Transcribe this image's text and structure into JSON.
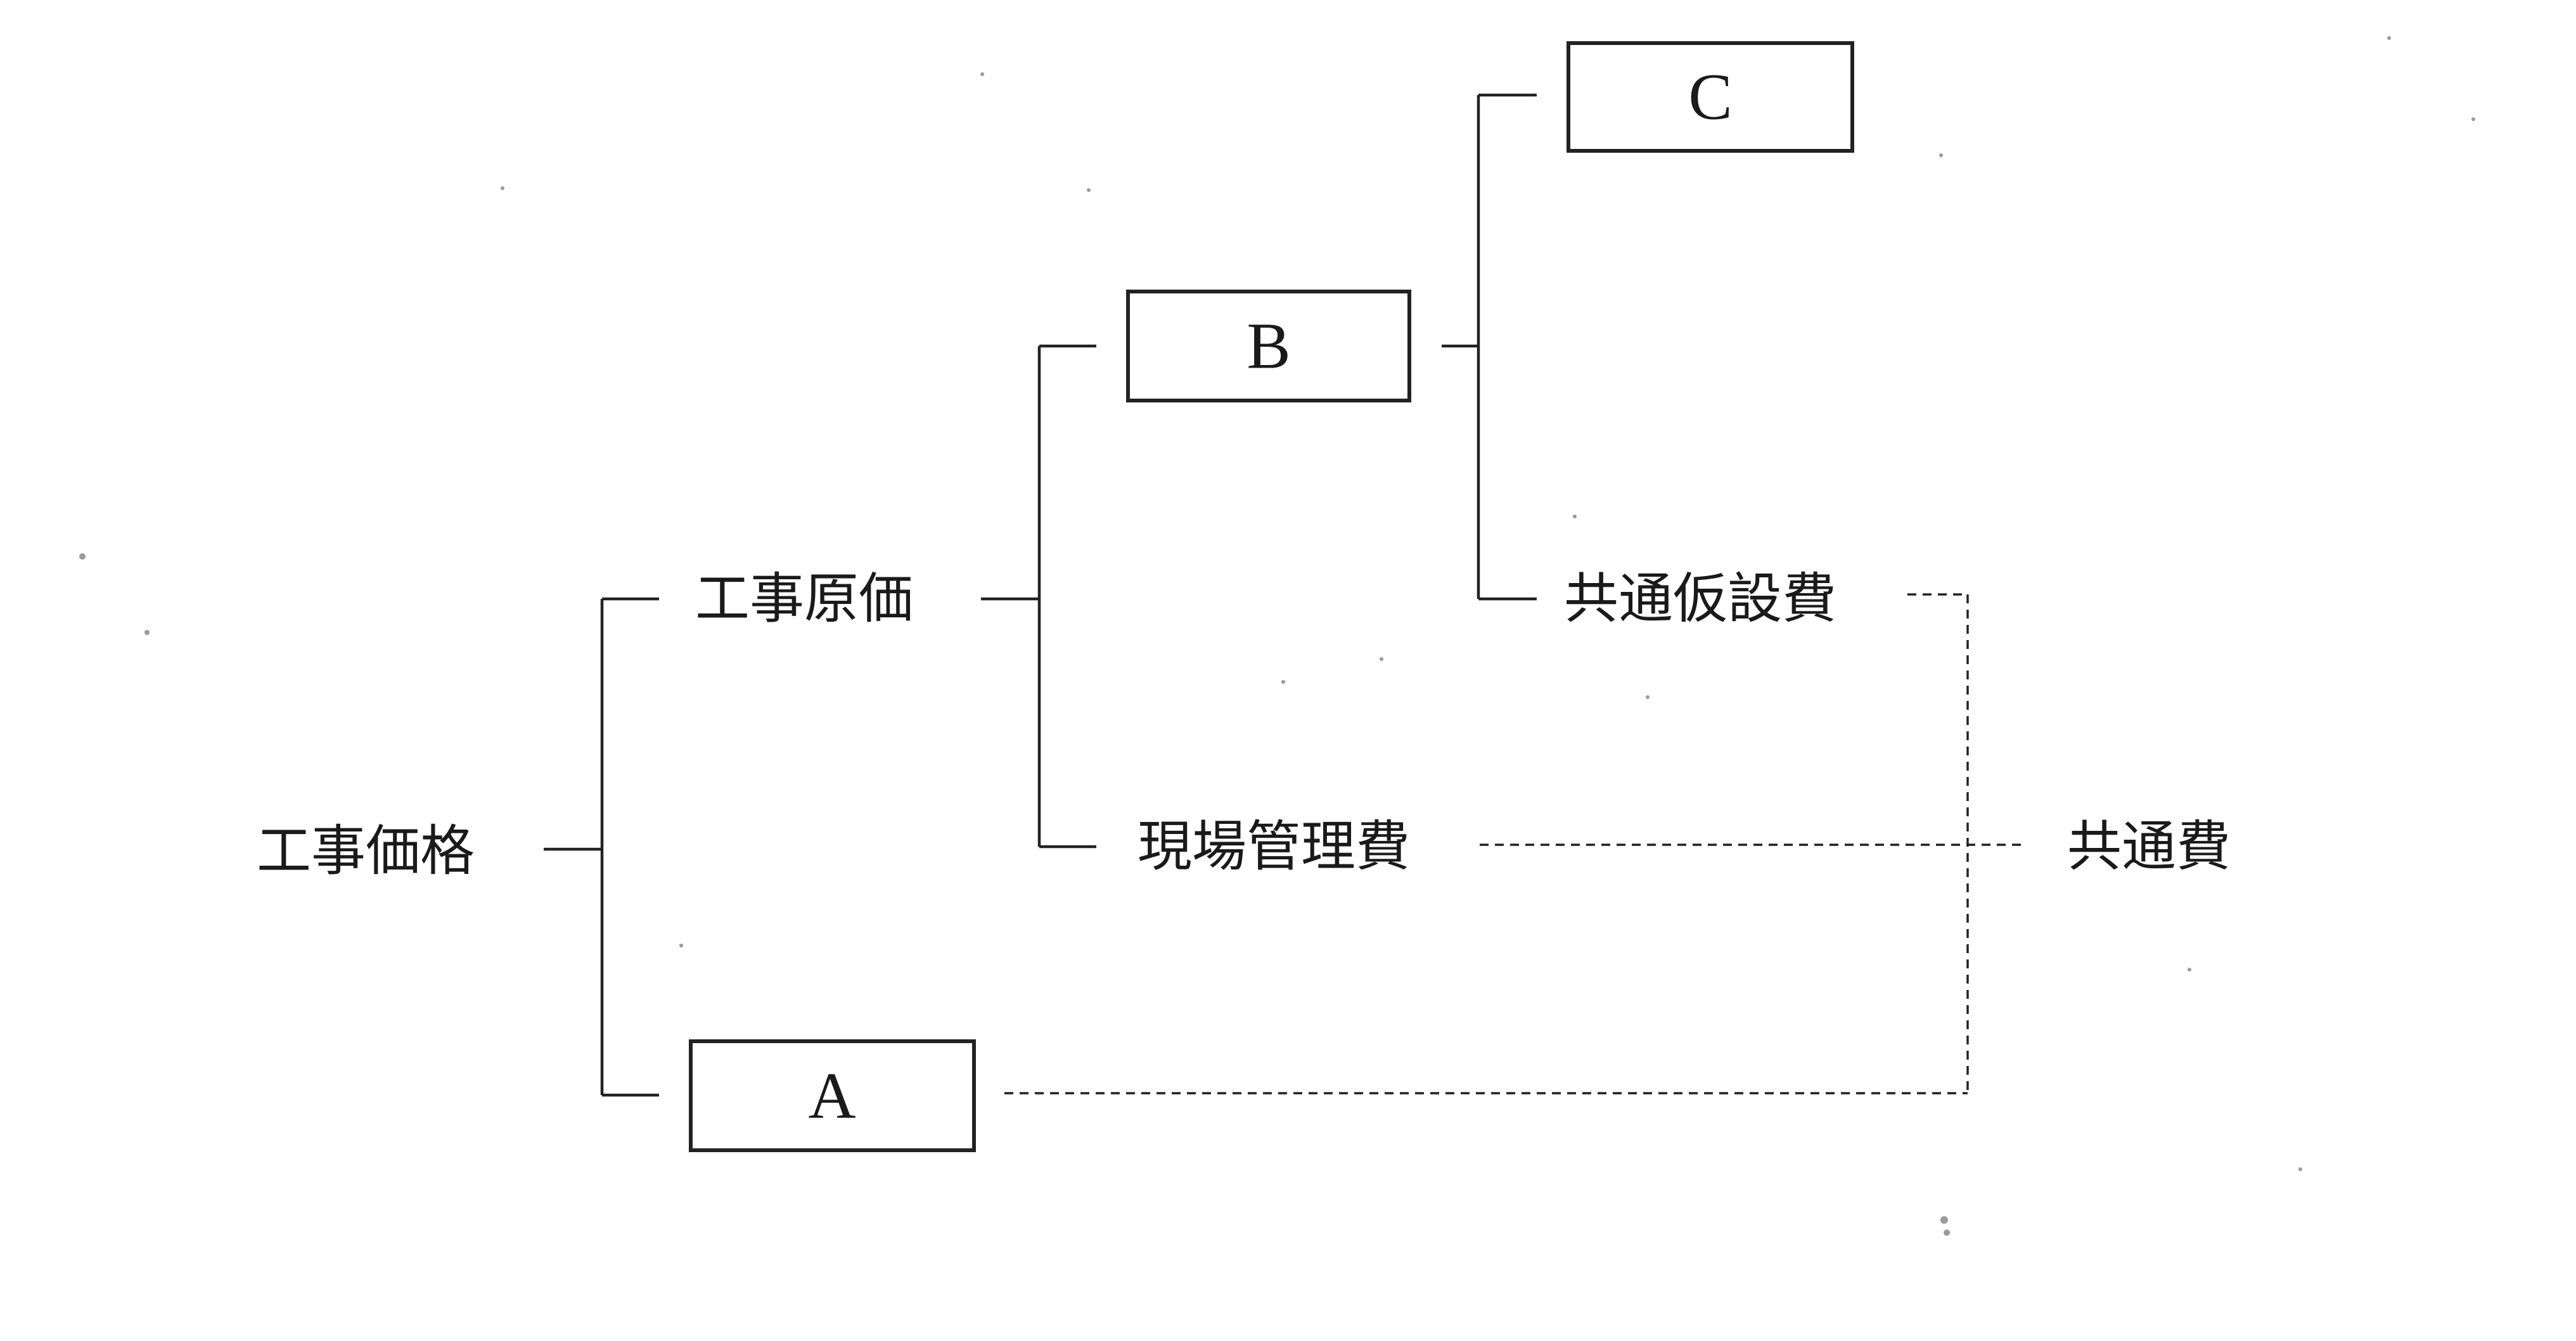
{
  "nodes": {
    "construction_price": "工事価格",
    "construction_cost": "工事原価",
    "site_management_cost": "現場管理費",
    "common_temporary_cost": "共通仮設費",
    "common_cost": "共通費"
  },
  "boxes": {
    "a": "A",
    "b": "B",
    "c": "C"
  },
  "colors": {
    "line": "#222222",
    "text": "#1a1a1a",
    "background": "#ffffff"
  }
}
